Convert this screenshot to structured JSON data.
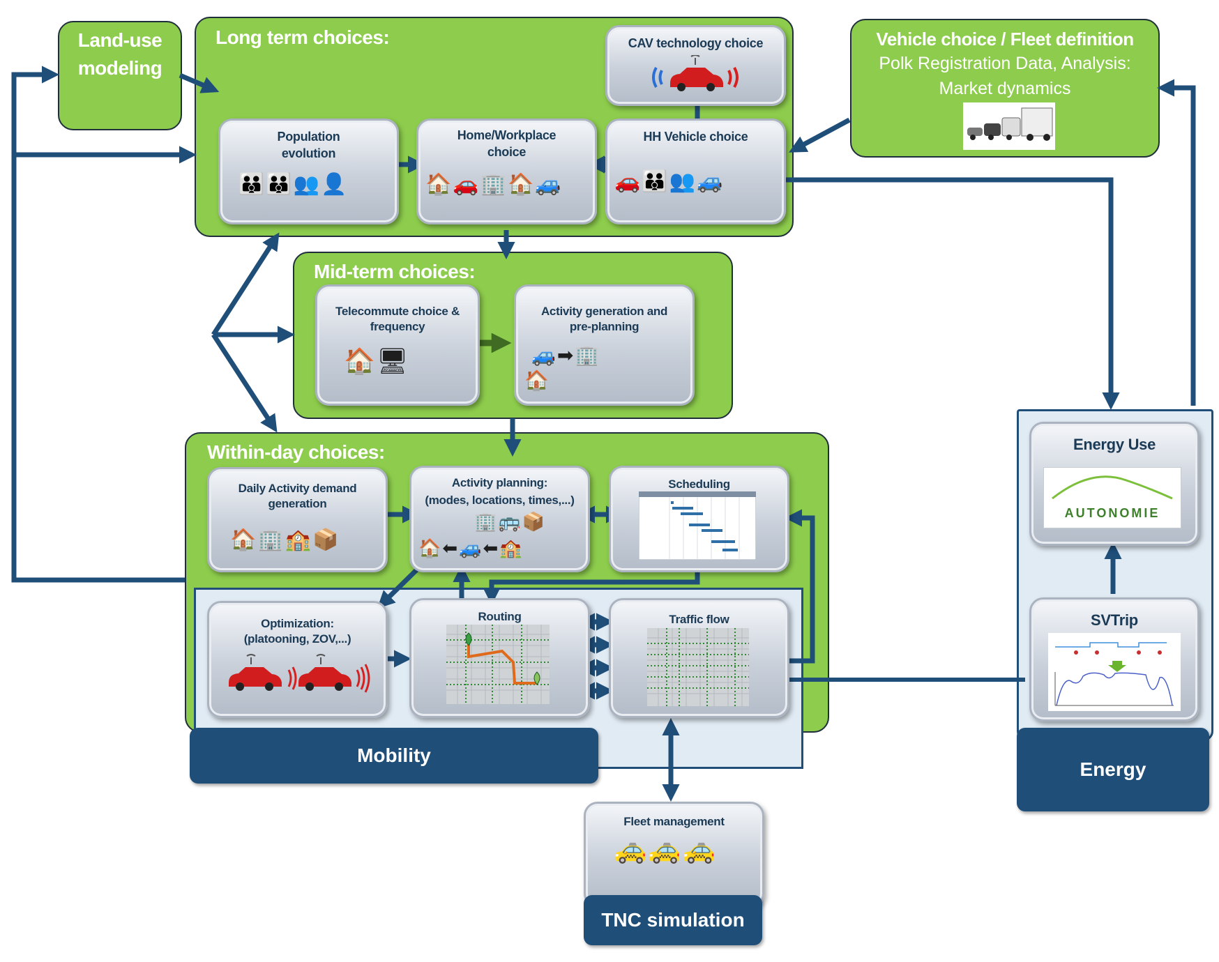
{
  "groups": {
    "long_term": {
      "title": "Long term choices:"
    },
    "mid_term": {
      "title": "Mid-term choices:"
    },
    "within_day": {
      "title": "Within-day choices:"
    }
  },
  "land_use": {
    "line1": "Land-use",
    "line2": "modeling"
  },
  "vehicle_choice": {
    "title": "Vehicle choice / Fleet definition",
    "line1": "Polk Registration Data, Analysis:",
    "line2": "Market dynamics"
  },
  "modules": {
    "population": {
      "line1": "Population",
      "line2": "evolution"
    },
    "home_workplace": {
      "line1": "Home/Workplace",
      "line2": "choice"
    },
    "hh_vehicle": {
      "line1": "HH Vehicle choice"
    },
    "cav": {
      "line1": "CAV technology choice"
    },
    "telecommute": {
      "line1": "Telecommute choice &",
      "line2": "frequency"
    },
    "activity_generation": {
      "line1": "Activity generation and",
      "line2": "pre-planning"
    },
    "daily_activity": {
      "line1": "Daily Activity demand",
      "line2": "generation"
    },
    "activity_planning": {
      "line1": "Activity planning:",
      "line2": "(modes, locations, times,...)"
    },
    "scheduling": {
      "line1": "Scheduling"
    },
    "optimization": {
      "line1": "Optimization:",
      "line2": "(platooning, ZOV,...)"
    },
    "routing": {
      "line1": "Routing"
    },
    "traffic_flow": {
      "line1": "Traffic flow"
    },
    "fleet_management": {
      "line1": "Fleet management"
    },
    "energy_use": {
      "line1": "Energy Use"
    },
    "svtrip": {
      "line1": "SVTrip"
    }
  },
  "logos": {
    "autonomie": "AUTONOMIE"
  },
  "footers": {
    "mobility": "Mobility",
    "energy": "Energy",
    "tnc": "TNC simulation"
  },
  "colors": {
    "group_green": "#8dcc4c",
    "arrow_navy": "#1f4e79",
    "module_text": "#1b3a55"
  }
}
